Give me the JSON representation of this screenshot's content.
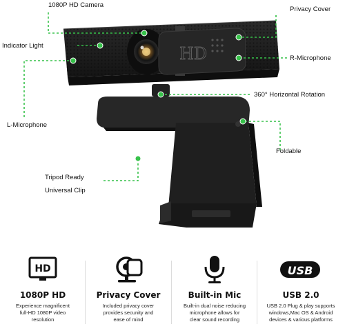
{
  "callouts": {
    "camera": "1080P HD Camera",
    "indicator": "Indicator Light",
    "privacy": "Privacy Cover",
    "rmic": "R-Microphone",
    "rotation": "360° Horizontal Rotation",
    "lmic": "L-Microphone",
    "foldable": "Foldable",
    "tripod": "Tripod Ready",
    "clip": "Universal Clip"
  },
  "cover_label": "HD",
  "features": [
    {
      "icon": "hd-screen-icon",
      "title": "1080P HD",
      "desc": [
        "Experience magnificent",
        "full-HD 1080P video",
        "resolution"
      ]
    },
    {
      "icon": "privacy-cover-icon",
      "title": "Privacy Cover",
      "desc": [
        "Included privacy cover",
        "provides secunity and",
        "ease of mind"
      ]
    },
    {
      "icon": "microphone-icon",
      "title": "Built-in Mic",
      "desc": [
        "Built-in dual noise reducing",
        "microphone allows for",
        "clear sound recording"
      ]
    },
    {
      "icon": "usb-icon",
      "title": "USB 2.0",
      "desc": [
        "USB 2.0 Plug & play supports",
        "windows,Mac OS & Android",
        "devices & various platforms"
      ]
    }
  ],
  "usb_icon_text": "USB",
  "hd_icon_text": "HD",
  "colors": {
    "accent_green": "#37c24a",
    "body": "#1c1c1c"
  }
}
